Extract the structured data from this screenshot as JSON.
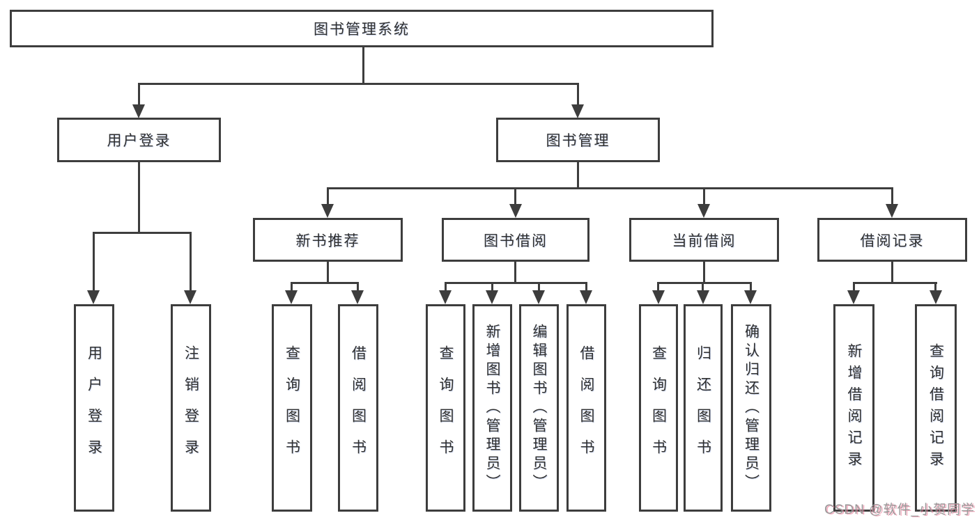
{
  "diagram_type": "hierarchy-org-chart",
  "colors": {
    "background": "#ffffff",
    "line": "#3d3d3d",
    "text": "#2f2f2f",
    "watermark_gray": "#9a9a9a",
    "watermark_pink": "#eb7896"
  },
  "tree": {
    "label": "图书管理系统",
    "children": [
      {
        "label": "用户登录",
        "children": [
          {
            "label": "用户登录"
          },
          {
            "label": "注销登录"
          }
        ]
      },
      {
        "label": "图书管理",
        "children": [
          {
            "label": "新书推荐",
            "children": [
              {
                "label": "查询图书"
              },
              {
                "label": "借阅图书"
              }
            ]
          },
          {
            "label": "图书借阅",
            "children": [
              {
                "label": "查询图书"
              },
              {
                "label": "新增图书（管理员）"
              },
              {
                "label": "编辑图书（管理员）"
              },
              {
                "label": "借阅图书"
              }
            ]
          },
          {
            "label": "当前借阅",
            "children": [
              {
                "label": "查询图书"
              },
              {
                "label": "归还图书"
              },
              {
                "label": "确认归还（管理员）"
              }
            ]
          },
          {
            "label": "借阅记录",
            "children": [
              {
                "label": "新增借阅记录"
              },
              {
                "label": "查询借阅记录"
              }
            ]
          }
        ]
      }
    ]
  },
  "watermark": {
    "text": "CSDN @软件_小贺同学"
  }
}
